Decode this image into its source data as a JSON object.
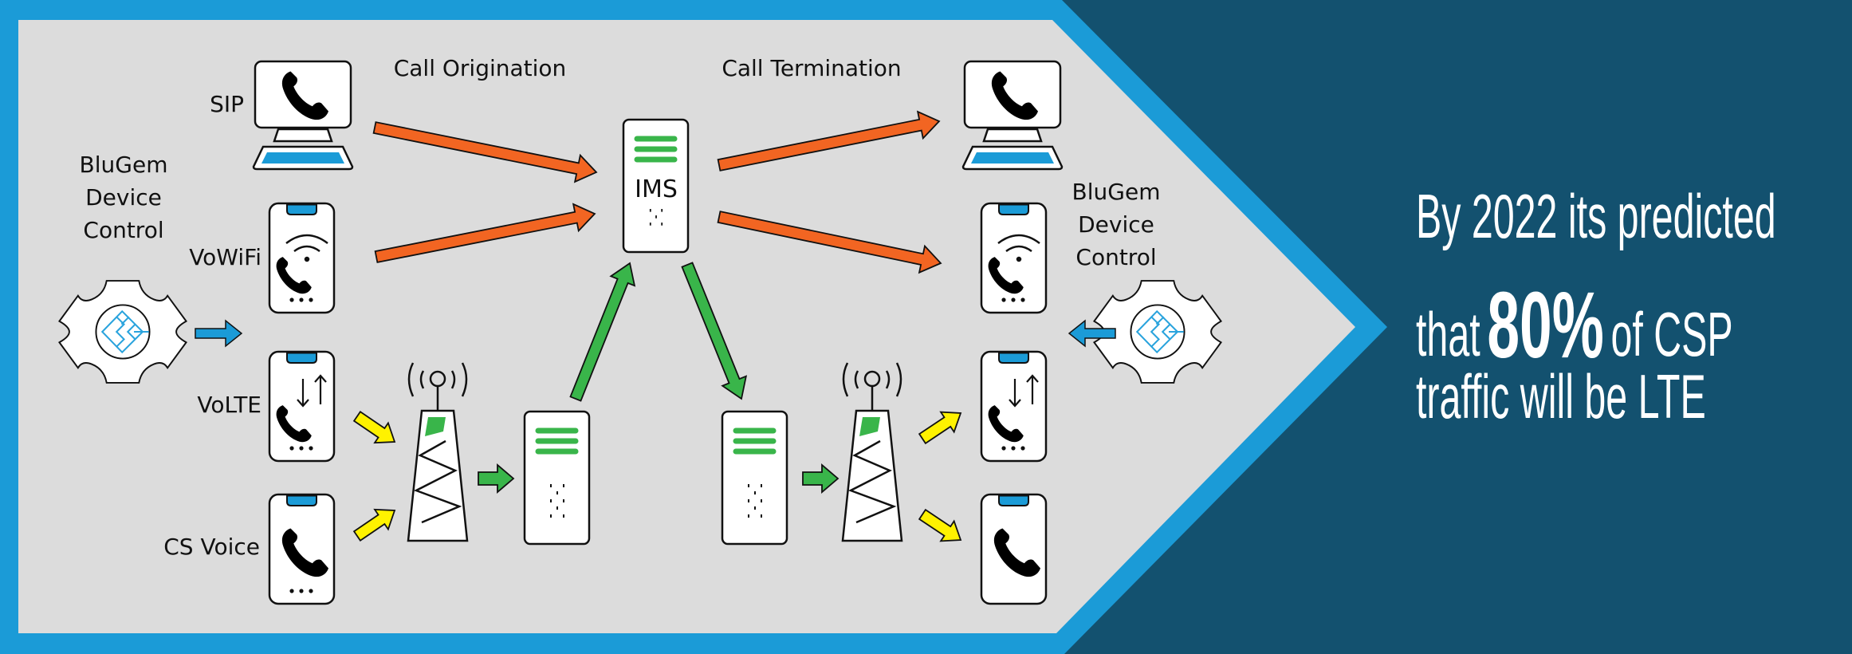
{
  "colors": {
    "frame_blue": "#1b9bd7",
    "dark_navy": "#13516f",
    "panel_grey": "#dcdcdc",
    "orange_arrow": "#f26522",
    "green_arrow": "#39b54a",
    "yellow_arrow": "#fff200",
    "blue_arrow": "#1b9bd7",
    "logo_blue": "#29a3dd"
  },
  "diagram": {
    "headers": {
      "origination": "Call Origination",
      "termination": "Call Termination"
    },
    "left_devices": [
      {
        "label": "SIP",
        "type": "computer"
      },
      {
        "label": "VoWiFi",
        "type": "wifi-phone"
      },
      {
        "label": "VoLTE",
        "type": "lte-phone"
      },
      {
        "label": "CS Voice",
        "type": "cs-phone"
      }
    ],
    "right_devices": [
      {
        "type": "computer"
      },
      {
        "type": "wifi-phone"
      },
      {
        "type": "lte-phone"
      },
      {
        "type": "cs-phone"
      }
    ],
    "control_left": [
      "BluGem",
      "Device",
      "Control"
    ],
    "control_right": [
      "BluGem",
      "Device",
      "Control"
    ],
    "core": {
      "label": "IMS"
    }
  },
  "headline": {
    "line1": "By 2022 its predicted",
    "line2_pre": "that",
    "line2_big": "80%",
    "line2_post": "of CSP",
    "line3": "traffic will be LTE"
  }
}
